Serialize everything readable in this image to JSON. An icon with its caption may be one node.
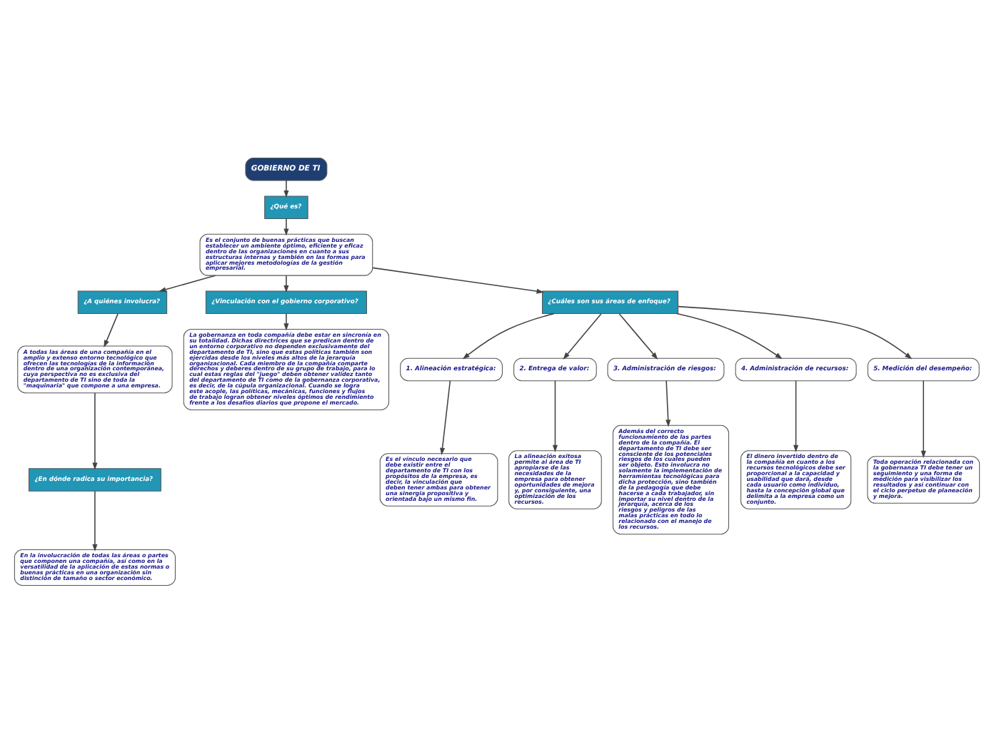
{
  "diagram": {
    "nodes": [
      {
        "text": [
          "GOBIERNO DE TI"
        ]
      },
      {
        "text": [
          "¿Qué es?"
        ]
      },
      {
        "text": [
          "Es el conjunto de buenas prácticas que buscan establecer un ambiente óptimo, eficiente y eficaz dentro de las organizaciones en cuanto a sus estructuras internas y también en las formas para aplicar mejores metodologías de la gestión empresarial."
        ]
      },
      {
        "text": [
          "¿A quiénes involucra?"
        ]
      },
      {
        "text": [
          "A todas las áreas de una compañía en el amplio y extenso entorno tecnológico que ofrecen las tecnologías de la información dentro de una organización contemporánea, cuya perspectiva no es exclusiva del departamento de TI sino de toda la \"maquinaria\" que compone a una empresa."
        ]
      },
      {
        "text": [
          "¿En dónde radica su importancia?"
        ]
      },
      {
        "text": [
          "En la involucración de todas las áreas o partes que componen una compañía, así como en la versatilidad de la aplicación de estas normas o buenas prácticas en una organización sin distinción de tamaño o sector económico."
        ]
      },
      {
        "text": [
          "¿Vinculación con el gobierno corporativo?"
        ]
      },
      {
        "text": [
          "La gobernanza en toda compañía debe estar en sincronía en su totalidad. Dichas directrices que se predican dentro de un entorno corporativo no dependen exclusivamente del departamento de TI, sino que estas políticas también son ejercidas desde los niveles más altos de la jerarquía organizacional. Cada miembro de la compañía comparte derechos y deberes dentro de su grupo de trabajo, para lo cual estas reglas del \"juego\" deben obtener validez tanto del departamento de TI como de la gobernanza corporativa, es decir, de la cúpula organizacional. Cuando se logra este acople, las políticas, mecánicas, funciones y flujos de trabajo logran obtener niveles óptimos de rendimiento frente a los desafíos diarios que propone el mercado."
        ]
      },
      {
        "text": [
          "¿Cuáles son sus áreas de enfoque?"
        ]
      },
      {
        "text": [
          "1. Alineación estratégica:"
        ]
      },
      {
        "text": [
          "2. Entrega de valor:"
        ]
      },
      {
        "text": [
          "3. Administración de riesgos:"
        ]
      },
      {
        "text": [
          "4. Administración de recursos:"
        ]
      },
      {
        "text": [
          "5. Medición del desempeño:"
        ]
      },
      {
        "text": [
          "Es el vínculo necesario que debe existir entre el departamento de TI con los propósitos de la empresa, es decir, la vinculación que deben tener ambas para obtener una sinergia propositiva y orientada bajo un mismo fin."
        ]
      },
      {
        "text": [
          "La alineación exitosa permite al área de TI apropiarse de las necesidades de la empresa para obtener oportunidades de mejora y, por consiguiente, una optimización de los recursos."
        ]
      },
      {
        "text": [
          "Además del correcto funcionamiento de las partes dentro de la compañía. El departamento de TI debe ser consciente de los potenciales riesgos de los cuales pueden ser objeto. Esto involucra no solamente la implementación de herramientas tecnológicas para dicha protección, sino también de la pedagogía que debe hacerse a cada trabajador, sin importar su nivel dentro de la jerarquía, acerca de los riesgos y peligros de las malas prácticas en todo lo relacionado con el manejo de los recursos."
        ]
      },
      {
        "text": [
          "El dinero invertido dentro de la compañía en cuanto a los recursos tecnológicos debe ser proporcional a la capacidad y usabilidad que dará, desde cada usuario como individuo, hasta la concepción global que delimita a la empresa como un conjunto."
        ]
      },
      {
        "text": [
          "Toda operación relacionada con la gobernanza TI debe tener un seguimiento y una forma de medición para visibilizar los resultados y así continuar con el ciclo perpetuo de planeación y mejora."
        ]
      }
    ],
    "edges": [
      {
        "from": 0,
        "to": 1,
        "arrow": "to"
      },
      {
        "from": 1,
        "to": 2,
        "arrow": "to"
      },
      {
        "from": 2,
        "to": 3,
        "arrow": "to"
      },
      {
        "from": 3,
        "to": 4,
        "arrow": "to"
      },
      {
        "from": 4,
        "to": 5,
        "arrow": "to"
      },
      {
        "from": 5,
        "to": 6,
        "arrow": "to"
      },
      {
        "from": 2,
        "to": 7,
        "arrow": "to"
      },
      {
        "from": 7,
        "to": 8,
        "arrow": "to"
      },
      {
        "from": 2,
        "to": 9,
        "arrow": "to"
      },
      {
        "from": 9,
        "to": 10,
        "arrow": "to"
      },
      {
        "from": 9,
        "to": 11,
        "arrow": "to"
      },
      {
        "from": 9,
        "to": 12,
        "arrow": "to"
      },
      {
        "from": 9,
        "to": 13,
        "arrow": "to"
      },
      {
        "from": 9,
        "to": 14,
        "arrow": "to"
      },
      {
        "from": 10,
        "to": 15,
        "arrow": "to"
      },
      {
        "from": 11,
        "to": 16,
        "arrow": "to"
      },
      {
        "from": 12,
        "to": 17,
        "arrow": "to"
      },
      {
        "from": 13,
        "to": 18,
        "arrow": "to"
      },
      {
        "from": 14,
        "to": 19,
        "arrow": "to"
      }
    ]
  }
}
